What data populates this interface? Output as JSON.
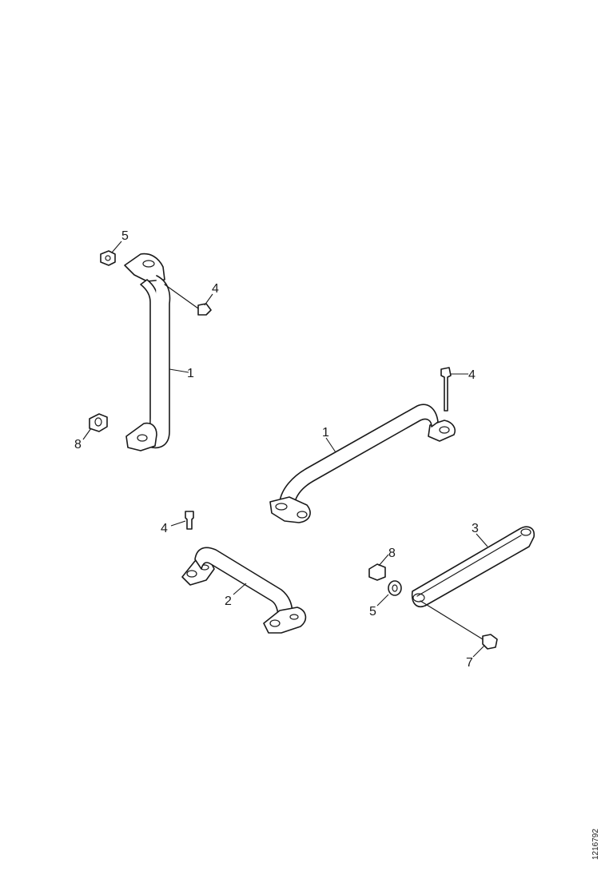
{
  "diagram": {
    "reference_code": "1216792",
    "callouts": {
      "a": "5",
      "b": "4",
      "c": "1",
      "d": "8",
      "e": "4",
      "f": "1",
      "g": "4",
      "h": "2",
      "i": "3",
      "j": "8",
      "k": "5",
      "l": "7"
    },
    "parts": [
      "vertical-grab-handle",
      "long-grab-handle",
      "short-grab-handle",
      "flat-grab-handle",
      "bolt",
      "nut",
      "spacer",
      "washer"
    ]
  }
}
